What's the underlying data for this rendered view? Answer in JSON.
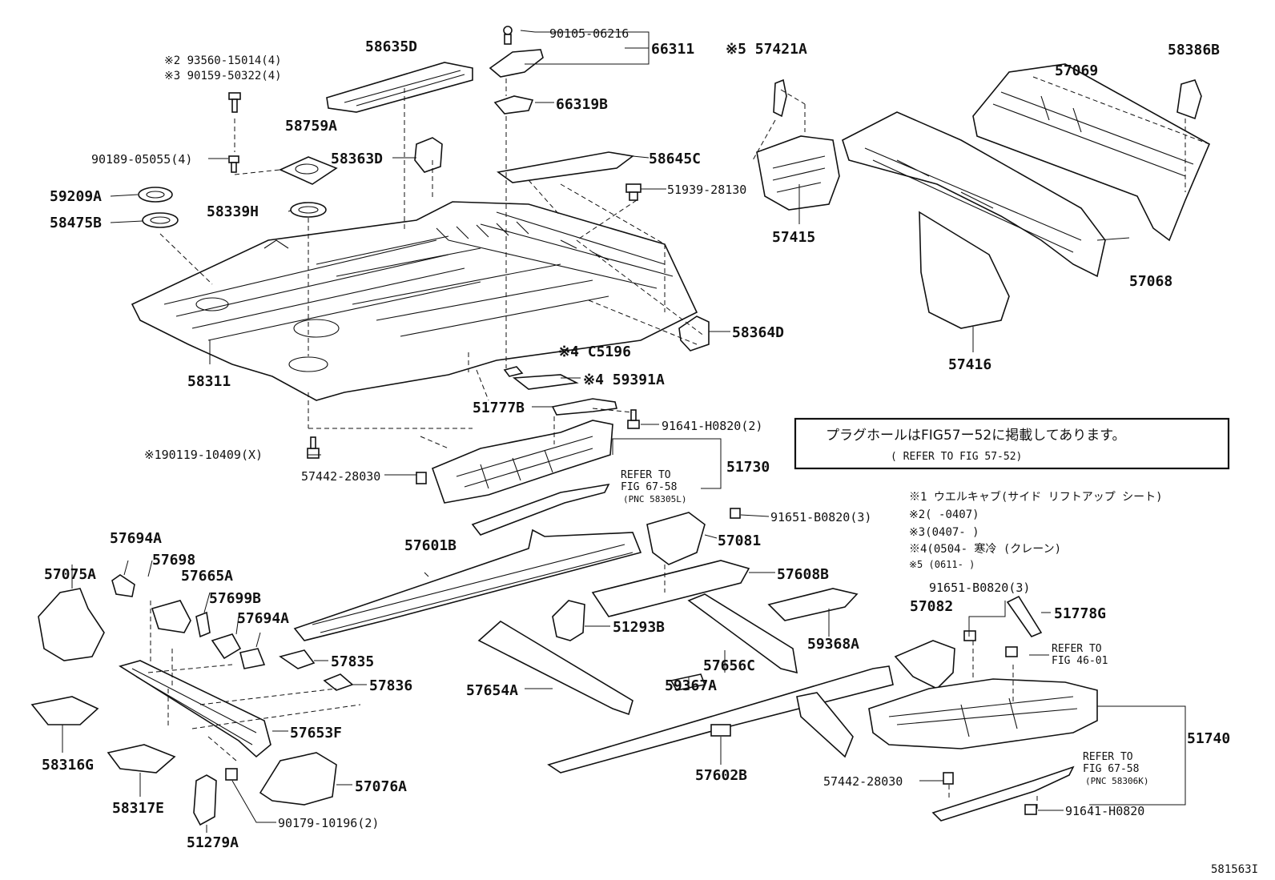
{
  "parts": {
    "p58635D": "58635D",
    "p90105": "90105-06216",
    "p66311": "66311",
    "p57421A": "※5 57421A",
    "p57069": "57069",
    "p58386B": "58386B",
    "p93560": "※2 93560-15014(4)",
    "p90159": "※3 90159-50322(4)",
    "p66319B": "66319B",
    "p58759A": "58759A",
    "p58363D": "58363D",
    "p58645C": "58645C",
    "p90189": "90189-05055(4)",
    "p59209A": "59209A",
    "p58475B": "58475B",
    "p58339H": "58339H",
    "p51939": "51939-28130",
    "p57415": "57415",
    "p57068": "57068",
    "p57416": "57416",
    "p58311": "58311",
    "p58364D": "58364D",
    "pC5196": "※4 C5196",
    "p59391A": "※4 59391A",
    "p51777B": "51777B",
    "p91641a": "91641-H0820(2)",
    "p90119": "※190119-10409(X)",
    "p57442a": "57442-28030",
    "p51730": "51730",
    "p91651a": "91651-B0820(3)",
    "p57081": "57081",
    "p57694A": "57694A",
    "p57601B": "57601B",
    "p57698": "57698",
    "p57075A": "57075A",
    "p57665A": "57665A",
    "p57608B": "57608B",
    "p57699B": "57699B",
    "p57694A2": "57694A",
    "p51293B": "51293B",
    "p59368A": "59368A",
    "p57082": "57082",
    "p91651b": "91651-B0820(3)",
    "p51778G": "51778G",
    "p57835": "57835",
    "p57656C": "57656C",
    "p57836": "57836",
    "p57654A": "57654A",
    "p59367A": "59367A",
    "p57653F": "57653F",
    "p58316G": "58316G",
    "p51740": "51740",
    "p58317E": "58317E",
    "p57076A": "57076A",
    "p57602B": "57602B",
    "p57442b": "57442-28030",
    "p90179": "90179-10196(2)",
    "p91641b": "91641-H0820",
    "p51279A": "51279A"
  },
  "refs": {
    "fig6758a_1": "REFER TO",
    "fig6758a_2": "FIG 67-58",
    "fig6758a_3": "(PNC 58305L)",
    "fig4601_1": "REFER TO",
    "fig4601_2": "FIG 46-01",
    "fig6758b_1": "REFER TO",
    "fig6758b_2": "FIG 67-58",
    "fig6758b_3": "(PNC 58306K)"
  },
  "notice": {
    "jp": "プラグホールはFIG57ー52に掲載してあります。",
    "en": "( REFER TO FIG 57-52)"
  },
  "footnotes": {
    "n1": "※1 ウエルキャブ(サイド リフトアップ シート)",
    "n2": "※2(      -0407)",
    "n3": "※3(0407-      )",
    "n4": "※4(0504-      寒冷 (クレーン)",
    "n5": "※5 (0611-      )"
  },
  "diagram_id": "581563I"
}
